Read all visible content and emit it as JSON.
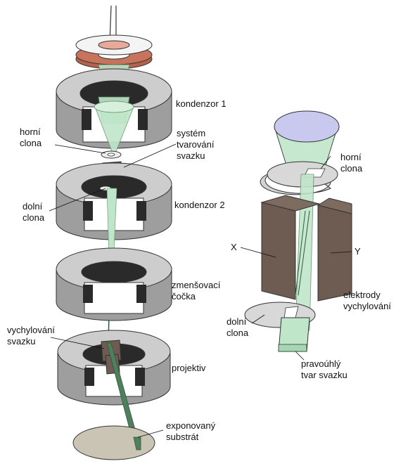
{
  "labels": {
    "kondenzor_1": "kondenzor 1",
    "horni_clona_left": [
      "horní",
      "clona"
    ],
    "system_tvarovani": [
      "systém",
      "tvarování",
      "svazku"
    ],
    "dolni_clona_left": [
      "dolní",
      "clona"
    ],
    "kondenzor_2": "kondenzor 2",
    "zmensovaci_cocka": [
      "zmenšovací",
      "čočka"
    ],
    "vychylovani_svazku": [
      "vychylování",
      "svazku"
    ],
    "projektiv": "projektiv",
    "exponovany_substrat": [
      "exponovaný",
      "substrát"
    ],
    "horni_clona_right": [
      "horní",
      "clona"
    ],
    "x_label": "X",
    "y_label": "Y",
    "elektrody_vychylovani": [
      "elektrody",
      "vychylování"
    ],
    "dolni_clona_right": [
      "dolní",
      "clona"
    ],
    "pravouhly_tvar": [
      "pravoúhlý",
      "tvar svazku"
    ]
  },
  "colors": {
    "lens_top": "#cdcdcd",
    "lens_side": "#9e9e9e",
    "lens_dark": "#2a2a2a",
    "beam": "#bfe6c9",
    "beam_dark": "#7dbf92",
    "gun_ring": "#c8735c",
    "electrode": "#6e5c52",
    "substrate": "#c9c4b4",
    "cone_top": "#c9c9ef"
  }
}
